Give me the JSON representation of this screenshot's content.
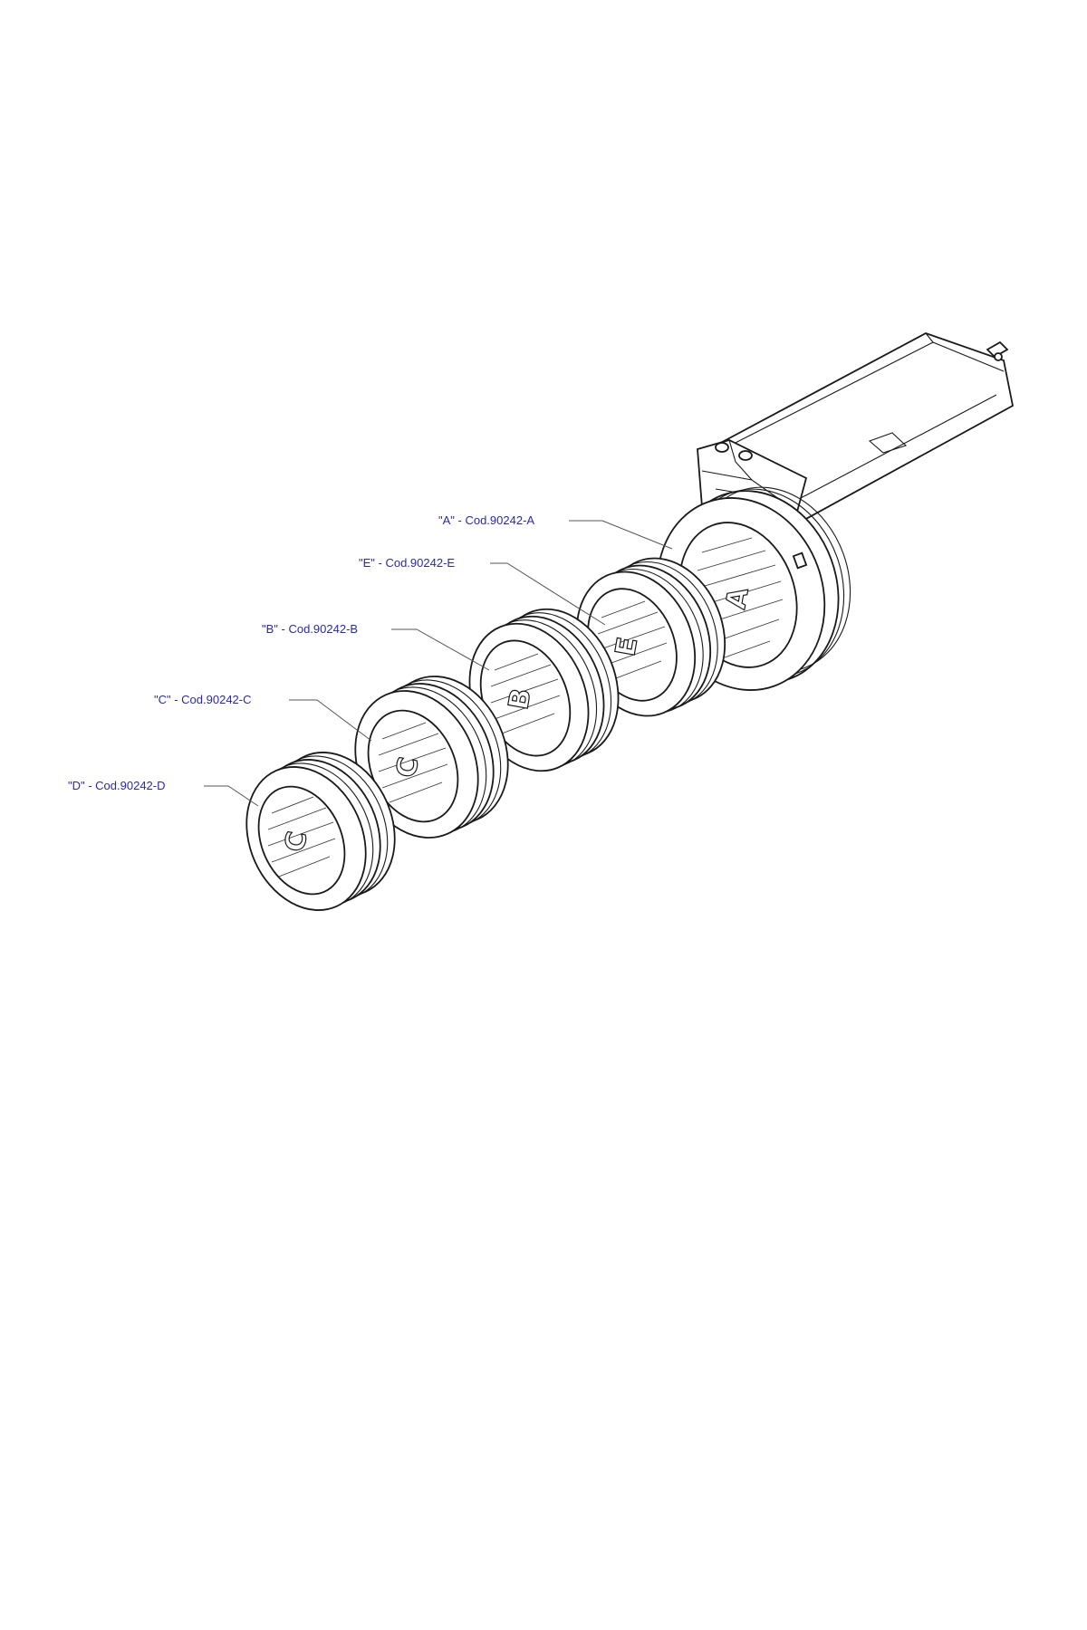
{
  "labels": {
    "a": "\"A\" - Cod.90242-A",
    "e": "\"E\" - Cod.90242-E",
    "b": "\"B\" - Cod.90242-B",
    "c": "\"C\" - Cod.90242-C",
    "d": "\"D\" - Cod.90242-D"
  },
  "ring_letters": {
    "a": "A",
    "e": "E",
    "b": "B",
    "c": "C",
    "d": "C"
  },
  "colors": {
    "label_text": "#2a2aa8",
    "line_art": "#1a1a1a",
    "background": "#ffffff"
  }
}
